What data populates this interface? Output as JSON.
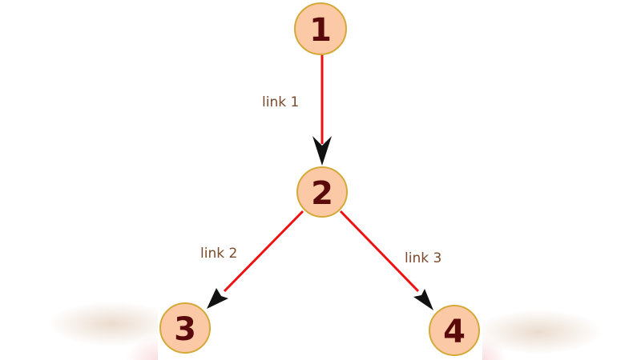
{
  "diagram": {
    "type": "directed-tree",
    "colors": {
      "node_fill": "#fcc9a6",
      "node_stroke": "#d4a937",
      "node_text": "#5a0a0a",
      "edge": "#ee1111",
      "arrowhead": "#111111",
      "edge_label": "#7a4a2a"
    },
    "nodes": [
      {
        "id": "1",
        "label": "1"
      },
      {
        "id": "2",
        "label": "2"
      },
      {
        "id": "3",
        "label": "3"
      },
      {
        "id": "4",
        "label": "4"
      }
    ],
    "edges": [
      {
        "from": "1",
        "to": "2",
        "label": "link 1"
      },
      {
        "from": "2",
        "to": "3",
        "label": "link 2"
      },
      {
        "from": "2",
        "to": "4",
        "label": "link 3"
      }
    ]
  }
}
